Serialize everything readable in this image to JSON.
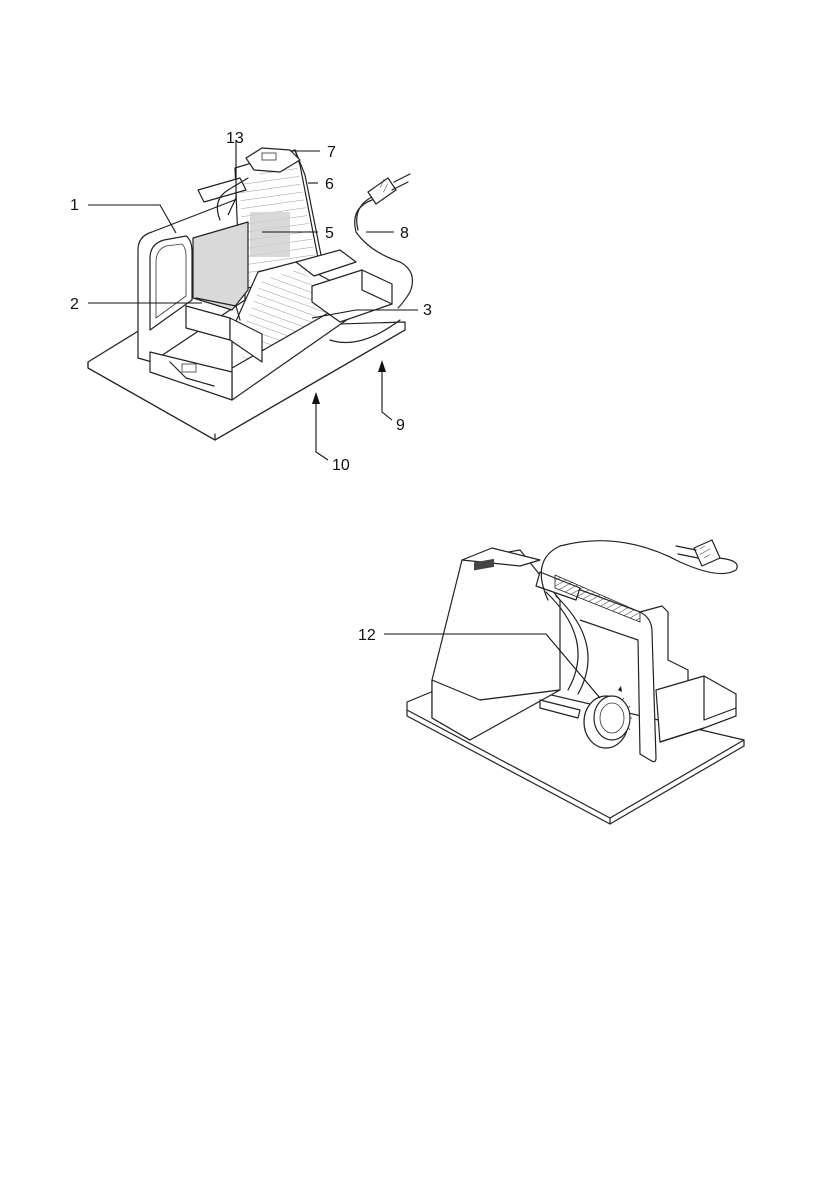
{
  "figure1": {
    "labels": {
      "l1": "1",
      "l2": "2",
      "l3": "3",
      "l5": "5",
      "l6": "6",
      "l7": "7",
      "l8": "8",
      "l9": "9",
      "l10": "10",
      "l13": "13"
    }
  },
  "figure2": {
    "labels": {
      "l12": "12"
    }
  }
}
